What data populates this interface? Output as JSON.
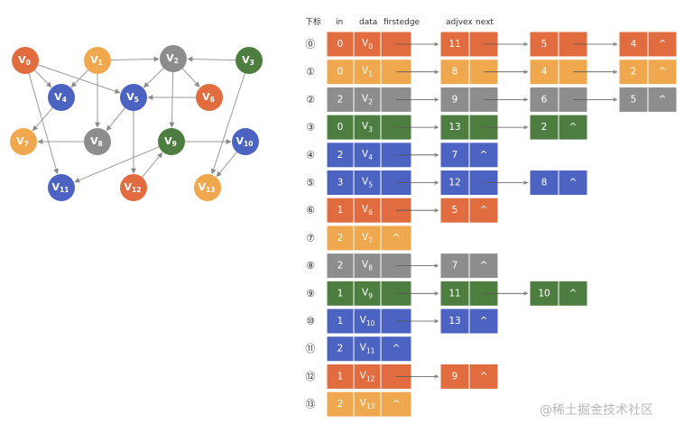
{
  "colors": {
    "orange": "#e06c3f",
    "yellow": "#f0a84e",
    "gray": "#8d8d8d",
    "green": "#4e7e3f",
    "blue": "#4c63c2"
  },
  "headers": {
    "index": "下标",
    "in": "in",
    "data": "data",
    "firstedge": "firstedge",
    "adjvex": "adjvex",
    "next": "next"
  },
  "null_symbol": "^",
  "graph_nodes": [
    {
      "id": "v0",
      "base": "V",
      "sub": "0",
      "color": "orange"
    },
    {
      "id": "v1",
      "base": "V",
      "sub": "1",
      "color": "yellow"
    },
    {
      "id": "v2",
      "base": "V",
      "sub": "2",
      "color": "gray"
    },
    {
      "id": "v3",
      "base": "V",
      "sub": "3",
      "color": "green"
    },
    {
      "id": "v4",
      "base": "V",
      "sub": "4",
      "color": "blue"
    },
    {
      "id": "v5",
      "base": "V",
      "sub": "5",
      "color": "blue"
    },
    {
      "id": "v6",
      "base": "V",
      "sub": "6",
      "color": "orange"
    },
    {
      "id": "v7",
      "base": "V",
      "sub": "7",
      "color": "yellow"
    },
    {
      "id": "v8",
      "base": "V",
      "sub": "8",
      "color": "gray"
    },
    {
      "id": "v9",
      "base": "V",
      "sub": "9",
      "color": "green"
    },
    {
      "id": "v10",
      "base": "V",
      "sub": "10",
      "color": "blue"
    },
    {
      "id": "v11",
      "base": "V",
      "sub": "11",
      "color": "blue"
    },
    {
      "id": "v12",
      "base": "V",
      "sub": "12",
      "color": "orange"
    },
    {
      "id": "v13",
      "base": "V",
      "sub": "13",
      "color": "yellow"
    }
  ],
  "graph_edges": [
    {
      "from": "v0",
      "to": "v4"
    },
    {
      "from": "v0",
      "to": "v5"
    },
    {
      "from": "v0",
      "to": "v11"
    },
    {
      "from": "v1",
      "to": "v2"
    },
    {
      "from": "v1",
      "to": "v4"
    },
    {
      "from": "v1",
      "to": "v8"
    },
    {
      "from": "v2",
      "to": "v5"
    },
    {
      "from": "v2",
      "to": "v6"
    },
    {
      "from": "v2",
      "to": "v9"
    },
    {
      "from": "v3",
      "to": "v2"
    },
    {
      "from": "v3",
      "to": "v13"
    },
    {
      "from": "v4",
      "to": "v7"
    },
    {
      "from": "v5",
      "to": "v8"
    },
    {
      "from": "v5",
      "to": "v12"
    },
    {
      "from": "v6",
      "to": "v5"
    },
    {
      "from": "v8",
      "to": "v7"
    },
    {
      "from": "v9",
      "to": "v10"
    },
    {
      "from": "v9",
      "to": "v11"
    },
    {
      "from": "v10",
      "to": "v13"
    },
    {
      "from": "v12",
      "to": "v9"
    }
  ],
  "table_rows": [
    {
      "index": "0",
      "in": "0",
      "sub": "0",
      "color": "orange",
      "first_null": false,
      "edges": [
        {
          "adjvex": "11",
          "color": "orange"
        },
        {
          "adjvex": "5",
          "color": "orange"
        },
        {
          "adjvex": "4",
          "color": "orange"
        }
      ]
    },
    {
      "index": "1",
      "in": "0",
      "sub": "1",
      "color": "yellow",
      "first_null": false,
      "edges": [
        {
          "adjvex": "8",
          "color": "yellow"
        },
        {
          "adjvex": "4",
          "color": "yellow"
        },
        {
          "adjvex": "2",
          "color": "yellow"
        }
      ]
    },
    {
      "index": "2",
      "in": "2",
      "sub": "2",
      "color": "gray",
      "first_null": false,
      "edges": [
        {
          "adjvex": "9",
          "color": "gray"
        },
        {
          "adjvex": "6",
          "color": "gray"
        },
        {
          "adjvex": "5",
          "color": "gray"
        }
      ]
    },
    {
      "index": "3",
      "in": "0",
      "sub": "3",
      "color": "green",
      "first_null": false,
      "edges": [
        {
          "adjvex": "13",
          "color": "green"
        },
        {
          "adjvex": "2",
          "color": "green"
        }
      ]
    },
    {
      "index": "4",
      "in": "2",
      "sub": "4",
      "color": "blue",
      "first_null": false,
      "edges": [
        {
          "adjvex": "7",
          "color": "blue"
        }
      ]
    },
    {
      "index": "5",
      "in": "3",
      "sub": "5",
      "color": "blue",
      "first_null": false,
      "edges": [
        {
          "adjvex": "12",
          "color": "blue"
        },
        {
          "adjvex": "8",
          "color": "blue"
        }
      ]
    },
    {
      "index": "6",
      "in": "1",
      "sub": "6",
      "color": "orange",
      "first_null": false,
      "edges": [
        {
          "adjvex": "5",
          "color": "orange"
        }
      ]
    },
    {
      "index": "7",
      "in": "2",
      "sub": "7",
      "color": "yellow",
      "first_null": true,
      "edges": []
    },
    {
      "index": "8",
      "in": "2",
      "sub": "8",
      "color": "gray",
      "first_null": false,
      "edges": [
        {
          "adjvex": "7",
          "color": "gray"
        }
      ]
    },
    {
      "index": "9",
      "in": "1",
      "sub": "9",
      "color": "green",
      "first_null": false,
      "edges": [
        {
          "adjvex": "11",
          "color": "green"
        },
        {
          "adjvex": "10",
          "color": "green"
        }
      ]
    },
    {
      "index": "10",
      "in": "1",
      "sub": "10",
      "color": "blue",
      "first_null": false,
      "edges": [
        {
          "adjvex": "13",
          "color": "blue"
        }
      ]
    },
    {
      "index": "11",
      "in": "2",
      "sub": "11",
      "color": "blue",
      "first_null": true,
      "edges": []
    },
    {
      "index": "12",
      "in": "1",
      "sub": "12",
      "color": "orange",
      "first_null": false,
      "edges": [
        {
          "adjvex": "9",
          "color": "orange"
        }
      ]
    },
    {
      "index": "13",
      "in": "2",
      "sub": "13",
      "color": "yellow",
      "first_null": true,
      "edges": []
    }
  ],
  "watermark": "@稀土掘金技术社区"
}
